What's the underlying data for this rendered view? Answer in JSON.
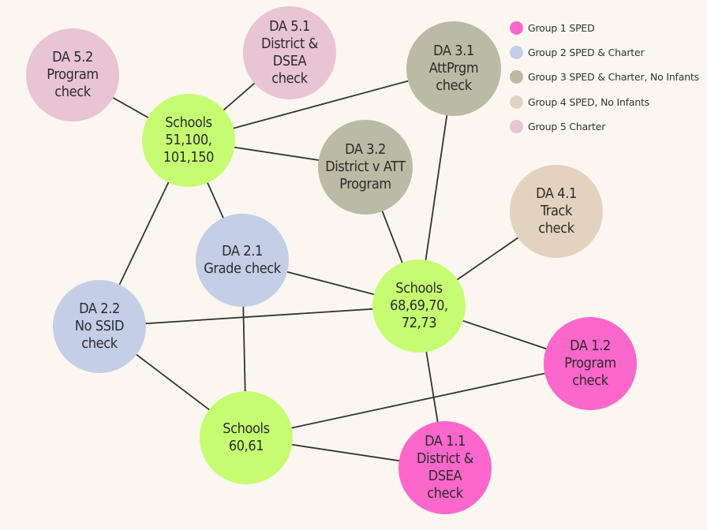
{
  "colors": {
    "group1": "#fb67cb",
    "group2": "#c4cee6",
    "group3": "#bbbaa4",
    "group4": "#e4d2c0",
    "group5": "#e8c4d4",
    "school": "#c6fc72",
    "edge": "#333333",
    "background": "#fbf6ef"
  },
  "legend": [
    {
      "label": "Group 1 SPED",
      "color": "#fb67cb"
    },
    {
      "label": "Group 2 SPED & Charter",
      "color": "#c4cee6"
    },
    {
      "label": "Group 3 SPED & Charter, No Infants",
      "color": "#bbbaa4"
    },
    {
      "label": "Group 4 SPED, No Infants",
      "color": "#e4d2c0"
    },
    {
      "label": "Group 5 Charter",
      "color": "#e8c4d4"
    }
  ],
  "nodes": [
    {
      "id": "da52",
      "label": "DA 5.2\nProgram\ncheck",
      "group": "group5"
    },
    {
      "id": "da51",
      "label": "DA 5.1\nDistrict & DSEA\ncheck",
      "group": "group5"
    },
    {
      "id": "da31",
      "label": "DA 3.1\nAttPrgm\ncheck",
      "group": "group3"
    },
    {
      "id": "s51",
      "label": "Schools\n51,100,\n101,150",
      "group": "school"
    },
    {
      "id": "da32",
      "label": "DA 3.2\nDistrict v ATT\nProgram",
      "group": "group3"
    },
    {
      "id": "da41",
      "label": "DA 4.1\nTrack\ncheck",
      "group": "group4"
    },
    {
      "id": "da21",
      "label": "DA 2.1\nGrade check",
      "group": "group2"
    },
    {
      "id": "s68",
      "label": "Schools\n68,69,70,\n72,73",
      "group": "school"
    },
    {
      "id": "da22",
      "label": "DA 2.2\nNo SSID\ncheck",
      "group": "group2"
    },
    {
      "id": "da12",
      "label": "DA 1.2\nProgram\ncheck",
      "group": "group1"
    },
    {
      "id": "s60",
      "label": "Schools\n60,61",
      "group": "school"
    },
    {
      "id": "da11",
      "label": "DA 1.1\nDistrict & DSEA\ncheck",
      "group": "group1"
    }
  ],
  "edges": [
    [
      "da52",
      "s51"
    ],
    [
      "da51",
      "s51"
    ],
    [
      "da31",
      "s51"
    ],
    [
      "da32",
      "s51"
    ],
    [
      "s51",
      "da21"
    ],
    [
      "s51",
      "da22"
    ],
    [
      "da31",
      "s68"
    ],
    [
      "da32",
      "s68"
    ],
    [
      "da41",
      "s68"
    ],
    [
      "da21",
      "s68"
    ],
    [
      "da22",
      "s68"
    ],
    [
      "s68",
      "da12"
    ],
    [
      "s68",
      "da11"
    ],
    [
      "da21",
      "s60"
    ],
    [
      "da22",
      "s60"
    ],
    [
      "s60",
      "da12"
    ],
    [
      "s60",
      "da11"
    ]
  ]
}
